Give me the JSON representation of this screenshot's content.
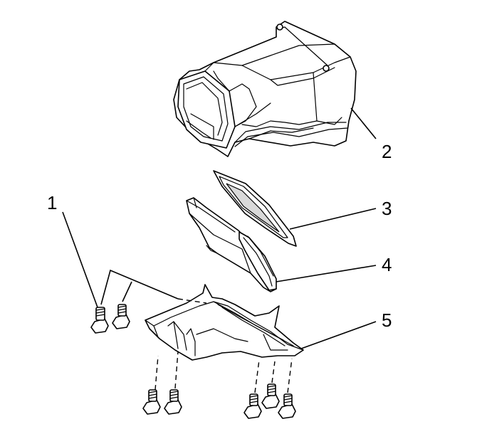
{
  "callouts": [
    {
      "number": "1"
    },
    {
      "number": "2"
    },
    {
      "number": "3"
    },
    {
      "number": "4"
    },
    {
      "number": "5"
    }
  ],
  "colors": {
    "line": "#000000",
    "background": "#ffffff"
  }
}
